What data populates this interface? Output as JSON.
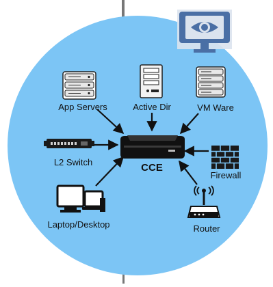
{
  "colors": {
    "circle": "#7cc5f5",
    "device": "#1a1a1a",
    "monitor": "#4a6fa5",
    "monitor_bg": "#dbe3ee"
  },
  "center": {
    "label": "CCE",
    "icon": "appliance-icon"
  },
  "nodes": [
    {
      "id": "app-servers",
      "label": "App Servers",
      "icon": "server-rack-icon"
    },
    {
      "id": "active-dir",
      "label": "Active Dir",
      "icon": "tower-server-icon"
    },
    {
      "id": "vm-ware",
      "label": "VM Ware",
      "icon": "server-rack-icon"
    },
    {
      "id": "l2-switch",
      "label": "L2 Switch",
      "icon": "network-switch-icon"
    },
    {
      "id": "firewall",
      "label": "Firewall",
      "icon": "firewall-icon"
    },
    {
      "id": "laptop-desktop",
      "label": "Laptop/Desktop",
      "icon": "computers-icon"
    },
    {
      "id": "router",
      "label": "Router",
      "icon": "wireless-router-icon"
    }
  ],
  "badge": {
    "icon": "monitor-eye-icon"
  }
}
